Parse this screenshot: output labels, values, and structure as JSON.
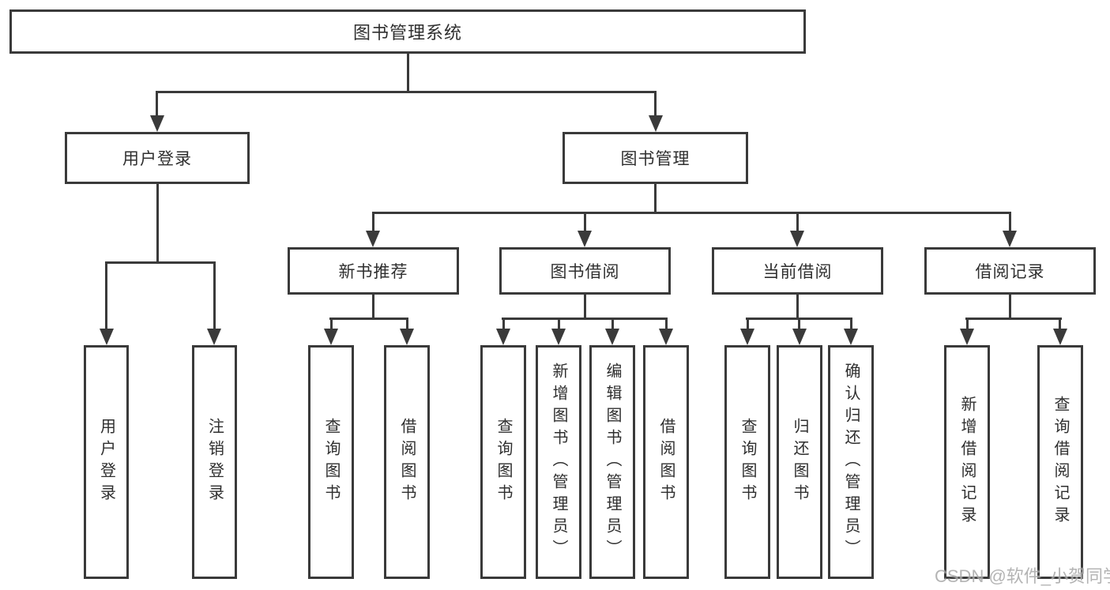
{
  "colors": {
    "line": "#3a3a3a",
    "text": "#2f2f2f",
    "box_bg": "#ffffff",
    "background": "#ffffff",
    "watermark": "#a8a8a8"
  },
  "watermark": "CSDN @软件_小贺同学",
  "tree": {
    "label": "图书管理系统",
    "children": [
      {
        "label": "用户登录",
        "children": [
          {
            "label": "用户登录"
          },
          {
            "label": "注销登录"
          }
        ]
      },
      {
        "label": "图书管理",
        "children": [
          {
            "label": "新书推荐",
            "children": [
              {
                "label": "查询图书"
              },
              {
                "label": "借阅图书"
              }
            ]
          },
          {
            "label": "图书借阅",
            "children": [
              {
                "label": "查询图书"
              },
              {
                "label": "新增图书（管理员）"
              },
              {
                "label": "编辑图书（管理员）"
              },
              {
                "label": "借阅图书"
              }
            ]
          },
          {
            "label": "当前借阅",
            "children": [
              {
                "label": "查询图书"
              },
              {
                "label": "归还图书"
              },
              {
                "label": "确认归还（管理员）"
              }
            ]
          },
          {
            "label": "借阅记录",
            "children": [
              {
                "label": "新增借阅记录"
              },
              {
                "label": "查询借阅记录"
              }
            ]
          }
        ]
      }
    ]
  }
}
